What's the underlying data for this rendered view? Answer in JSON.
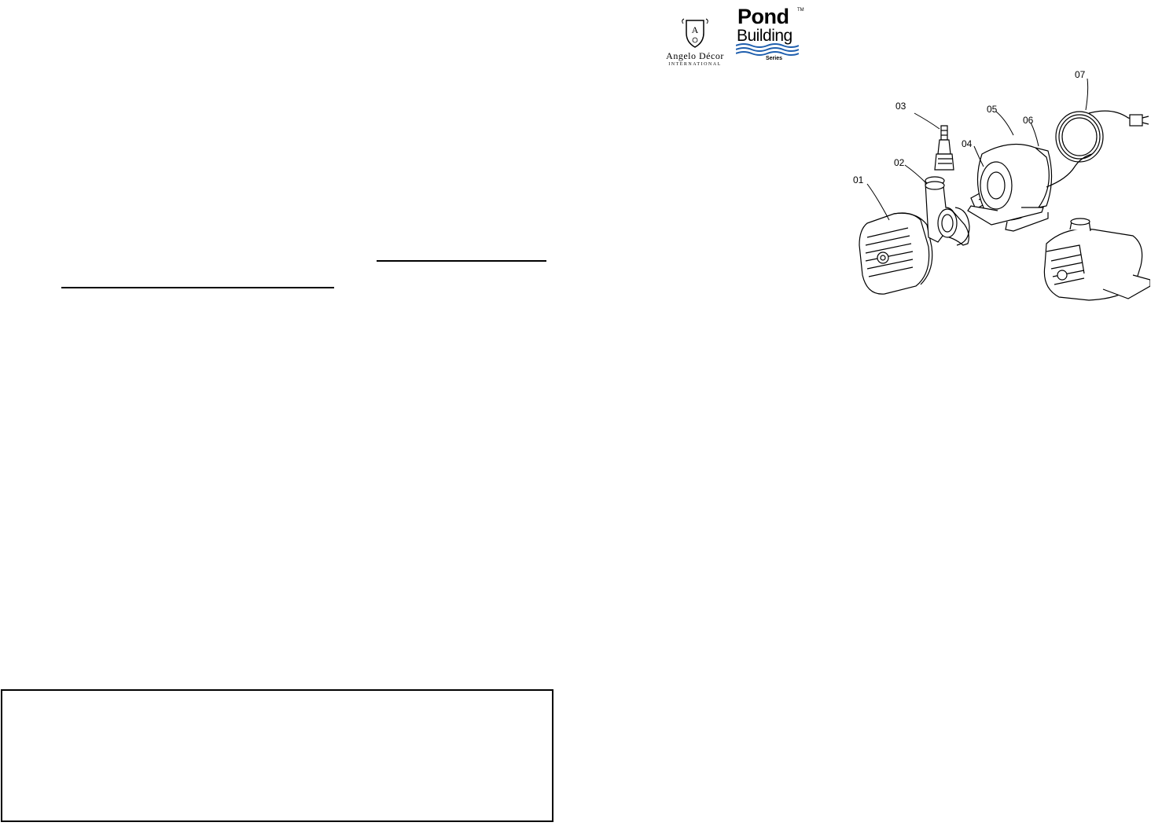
{
  "logos": {
    "angelo_decor": {
      "name": "Angelo Décor",
      "sub": "International"
    },
    "pond_building": {
      "line1": "Pond",
      "line2": "Building",
      "line3": "Series",
      "tm": "TM"
    }
  },
  "diagram": {
    "part_labels": [
      "01",
      "02",
      "03",
      "04",
      "05",
      "06",
      "07"
    ]
  },
  "colors": {
    "ink": "#000000",
    "wave_blue": "#1f5fae",
    "paper": "#ffffff"
  }
}
